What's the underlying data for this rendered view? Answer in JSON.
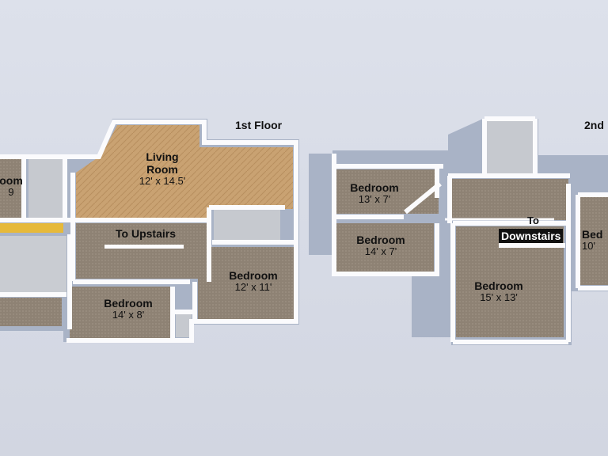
{
  "floors": {
    "first": {
      "title": "1st Floor",
      "rooms": {
        "left_partial": {
          "name": "oom",
          "dim": "9"
        },
        "living": {
          "name_line1": "Living",
          "name_line2": "Room",
          "dim": "12' x 14.5'"
        },
        "bedroom_a": {
          "name": "Bedroom",
          "dim": "14' x 8'"
        },
        "bedroom_b": {
          "name": "Bedroom",
          "dim": "12' x 11'"
        }
      },
      "stairs": "To Upstairs"
    },
    "second": {
      "title": "2nd",
      "rooms": {
        "bedroom_c": {
          "name": "Bedroom",
          "dim": "13' x 7'"
        },
        "bedroom_d": {
          "name": "Bedroom",
          "dim": "14' x 7'"
        },
        "bedroom_e": {
          "name": "Bedroom",
          "dim": "15' x 13'"
        },
        "bedroom_partial": {
          "name": "Bed",
          "dim": "10'"
        }
      },
      "stairs_line1": "To",
      "stairs_line2": "Downstairs"
    }
  },
  "colors": {
    "wall": "#fbfbfd",
    "wall_shadow": "#a9b3c6",
    "wood_floor": "#c9a272",
    "carpet_floor": "#8f8376",
    "tile_floor": "#c9ccd2",
    "kitchen_counter": "#e6b93a"
  }
}
